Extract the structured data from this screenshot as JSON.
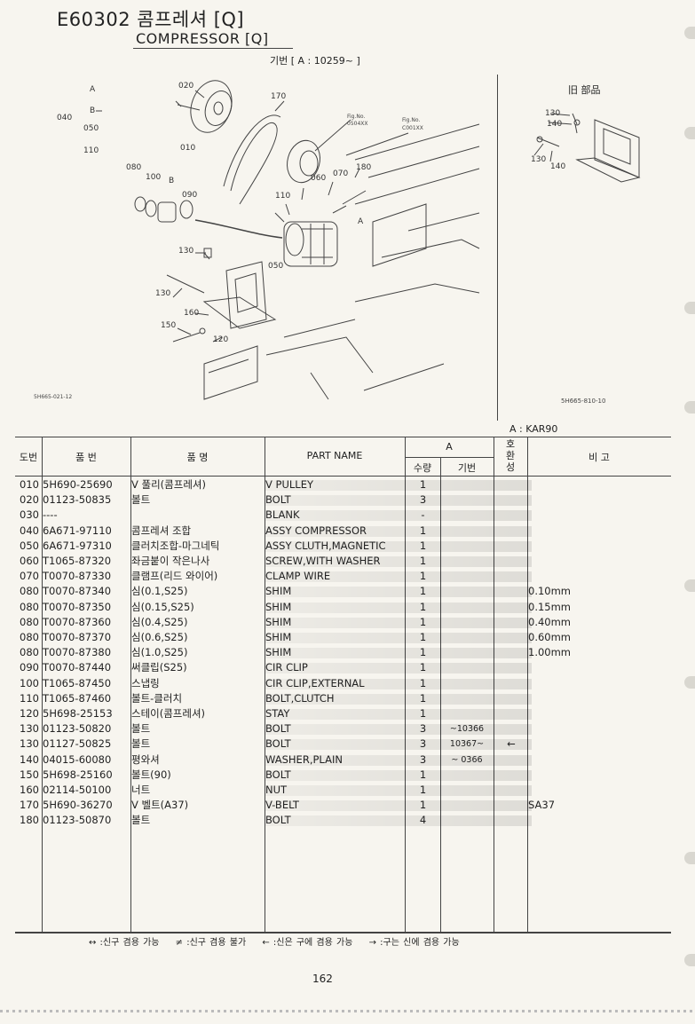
{
  "header": {
    "code_title": "E60302 콤프레셔 [Q]",
    "en_title": "COMPRESSOR [Q]",
    "serial": "기번 [ A : 10259~ ]"
  },
  "diagram": {
    "labels": {
      "l020": "020",
      "l170": "170",
      "l010": "010",
      "l040": "040",
      "lA": "A",
      "lB": "B",
      "l050a": "050",
      "l110a": "110",
      "l080": "080",
      "l100": "100",
      "lB2": "B",
      "l090": "090",
      "l110": "110",
      "l060": "060",
      "l070": "070",
      "l180": "180",
      "lA2": "A",
      "l130": "130",
      "l050": "050",
      "l130b": "130",
      "l160": "160",
      "l150": "150",
      "l120": "120",
      "fig1a": "Fig.No.",
      "fig1b": "0504XX",
      "fig2a": "Fig.No.",
      "fig2b": "C001XX",
      "r130": "130",
      "r140": "140",
      "r130b": "130",
      "r140b": "140"
    },
    "right_title": "旧 部品",
    "ref_left": "5H665-021-12",
    "ref_right": "5H665-810-10",
    "model": "A : KAR90"
  },
  "table": {
    "headers": {
      "no": "도번",
      "part_no": "품 번",
      "name_ko": "품 명",
      "name_en": "PART NAME",
      "group": "A",
      "qty": "수량",
      "serial": "기번",
      "interchange": "호환성",
      "remarks": "비 고"
    },
    "rows": [
      {
        "no": "010",
        "part_no": "5H690-25690",
        "name_ko": "V 풀리(콤프레셔)",
        "name_en": "V PULLEY",
        "qty": "1",
        "serial": "",
        "interchange": "",
        "remarks": ""
      },
      {
        "no": "020",
        "part_no": "01123-50835",
        "name_ko": "볼트",
        "name_en": "BOLT",
        "qty": "3",
        "serial": "",
        "interchange": "",
        "remarks": ""
      },
      {
        "no": "030",
        "part_no": "----",
        "name_ko": "",
        "name_en": "BLANK",
        "qty": "-",
        "serial": "",
        "interchange": "",
        "remarks": ""
      },
      {
        "no": "040",
        "part_no": "6A671-97110",
        "name_ko": "콤프레셔 조합",
        "name_en": "ASSY COMPRESSOR",
        "qty": "1",
        "serial": "",
        "interchange": "",
        "remarks": ""
      },
      {
        "no": "050",
        "part_no": "6A671-97310",
        "name_ko": "클러치조합-마그네틱",
        "name_en": "ASSY CLUTH,MAGNETIC",
        "qty": "1",
        "serial": "",
        "interchange": "",
        "remarks": ""
      },
      {
        "no": "060",
        "part_no": "T1065-87320",
        "name_ko": "좌금붙이 작은나사",
        "name_en": "SCREW,WITH WASHER",
        "qty": "1",
        "serial": "",
        "interchange": "",
        "remarks": ""
      },
      {
        "no": "070",
        "part_no": "T0070-87330",
        "name_ko": "클램프(리드 와이어)",
        "name_en": "CLAMP WIRE",
        "qty": "1",
        "serial": "",
        "interchange": "",
        "remarks": ""
      },
      {
        "no": "080",
        "part_no": "T0070-87340",
        "name_ko": "심(0.1,S25)",
        "name_en": "SHIM",
        "qty": "1",
        "serial": "",
        "interchange": "",
        "remarks": "0.10mm"
      },
      {
        "no": "080",
        "part_no": "T0070-87350",
        "name_ko": "심(0.15,S25)",
        "name_en": "SHIM",
        "qty": "1",
        "serial": "",
        "interchange": "",
        "remarks": "0.15mm"
      },
      {
        "no": "080",
        "part_no": "T0070-87360",
        "name_ko": "심(0.4,S25)",
        "name_en": "SHIM",
        "qty": "1",
        "serial": "",
        "interchange": "",
        "remarks": "0.40mm"
      },
      {
        "no": "080",
        "part_no": "T0070-87370",
        "name_ko": "심(0.6,S25)",
        "name_en": "SHIM",
        "qty": "1",
        "serial": "",
        "interchange": "",
        "remarks": "0.60mm"
      },
      {
        "no": "080",
        "part_no": "T0070-87380",
        "name_ko": "심(1.0,S25)",
        "name_en": "SHIM",
        "qty": "1",
        "serial": "",
        "interchange": "",
        "remarks": "1.00mm"
      },
      {
        "no": "090",
        "part_no": "T0070-87440",
        "name_ko": "써클립(S25)",
        "name_en": "CIR CLIP",
        "qty": "1",
        "serial": "",
        "interchange": "",
        "remarks": ""
      },
      {
        "no": "100",
        "part_no": "T1065-87450",
        "name_ko": "스냅링",
        "name_en": "CIR CLIP,EXTERNAL",
        "qty": "1",
        "serial": "",
        "interchange": "",
        "remarks": ""
      },
      {
        "no": "110",
        "part_no": "T1065-87460",
        "name_ko": "볼트-클러치",
        "name_en": "BOLT,CLUTCH",
        "qty": "1",
        "serial": "",
        "interchange": "",
        "remarks": ""
      },
      {
        "no": "120",
        "part_no": "5H698-25153",
        "name_ko": "스테이(콤프레셔)",
        "name_en": "STAY",
        "qty": "1",
        "serial": "",
        "interchange": "",
        "remarks": ""
      },
      {
        "no": "130",
        "part_no": "01123-50820",
        "name_ko": "볼트",
        "name_en": "BOLT",
        "qty": "3",
        "serial": "~10366",
        "interchange": "",
        "remarks": ""
      },
      {
        "no": "130",
        "part_no": "01127-50825",
        "name_ko": "볼트",
        "name_en": "BOLT",
        "qty": "3",
        "serial": "10367~",
        "interchange": "←",
        "remarks": ""
      },
      {
        "no": "140",
        "part_no": "04015-60080",
        "name_ko": "평와셔",
        "name_en": "WASHER,PLAIN",
        "qty": "3",
        "serial": "~ 0366",
        "interchange": "",
        "remarks": ""
      },
      {
        "no": "150",
        "part_no": "5H698-25160",
        "name_ko": "볼트(90)",
        "name_en": "BOLT",
        "qty": "1",
        "serial": "",
        "interchange": "",
        "remarks": ""
      },
      {
        "no": "160",
        "part_no": "02114-50100",
        "name_ko": "너트",
        "name_en": "NUT",
        "qty": "1",
        "serial": "",
        "interchange": "",
        "remarks": ""
      },
      {
        "no": "170",
        "part_no": "5H690-36270",
        "name_ko": "V 벨트(A37)",
        "name_en": "V-BELT",
        "qty": "1",
        "serial": "",
        "interchange": "",
        "remarks": "SA37"
      },
      {
        "no": "180",
        "part_no": "01123-50870",
        "name_ko": "볼트",
        "name_en": "BOLT",
        "qty": "4",
        "serial": "",
        "interchange": "",
        "remarks": ""
      }
    ]
  },
  "legend": {
    "both": "↔ :신구 겸용 가능",
    "none": "≠ :신구 겸용 불가",
    "new_to_old": "← :신은 구에 겸용 가능",
    "old_to_new": "→ :구는 신에 겸용 가능"
  },
  "page_number": "162"
}
